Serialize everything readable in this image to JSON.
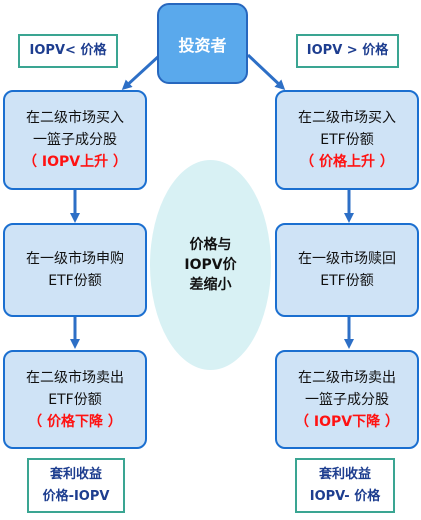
{
  "investor": "投资者",
  "condition_left": "IOPV< 价格",
  "condition_right": "IOPV > 价格",
  "center_lines": [
    "价格与",
    "IOPV价",
    "差缩小"
  ],
  "left_steps": [
    {
      "lines": [
        "在二级市场买入",
        "一篮子成分股"
      ],
      "effect": "（ IOPV上升 ）"
    },
    {
      "lines": [
        "在一级市场申购",
        "ETF份额"
      ],
      "effect": ""
    },
    {
      "lines": [
        "在二级市场卖出",
        "ETF份额"
      ],
      "effect": "（ 价格下降 ）"
    }
  ],
  "right_steps": [
    {
      "lines": [
        "在二级市场买入",
        "ETF份额"
      ],
      "effect": "（ 价格上升 ）"
    },
    {
      "lines": [
        "在一级市场赎回",
        "ETF份额"
      ],
      "effect": ""
    },
    {
      "lines": [
        "在二级市场卖出",
        "一篮子成分股"
      ],
      "effect": "（ IOPV下降 ）"
    }
  ],
  "result_left": {
    "title": "套利收益",
    "formula": "价格-IOPV"
  },
  "result_right": {
    "title": "套利收益",
    "formula": "IOPV- 价格"
  },
  "colors": {
    "box_fill": "#cfe3f6",
    "box_border": "#1b6fd0",
    "arrow": "#2d6fc6",
    "effect_text": "#ff1212",
    "tag_border": "#3aa592",
    "tag_text": "#1d3d8f",
    "ellipse_fill": "#d8f1f4"
  }
}
